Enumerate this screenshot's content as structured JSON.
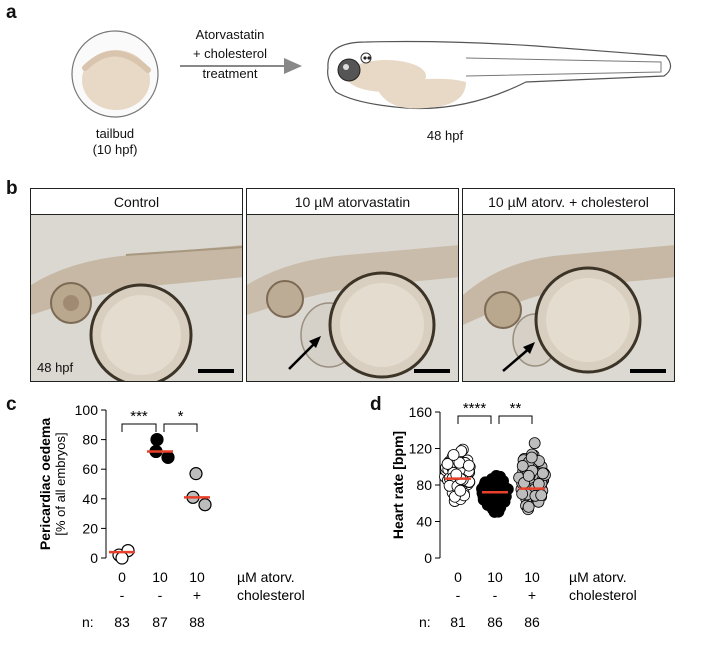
{
  "panel_a": {
    "letter": "a",
    "stage_label": "tailbud",
    "stage_time": "(10 hpf)",
    "treatment_line1": "Atorvastatin",
    "treatment_line2": "+ cholesterol",
    "treatment_line3": "treatment",
    "end_stage": "48 hpf"
  },
  "panel_b": {
    "letter": "b",
    "headers": [
      "Control",
      "10 µM atorvastatin",
      "10 µM atorv. + cholesterol"
    ],
    "stage_label": "48 hpf"
  },
  "panel_c": {
    "letter": "c",
    "significance": [
      "***",
      "*"
    ],
    "row_labels": [
      "µM atorv.",
      "cholesterol"
    ],
    "n_label": "n:",
    "n_values": [
      "83",
      "87",
      "88"
    ],
    "chart_data": {
      "type": "scatter",
      "ylabel_bold": "Pericardiac oedema",
      "ylabel_normal": "[% of all embryos]",
      "ylim": [
        0,
        100
      ],
      "yticks": [
        "0",
        "20",
        "40",
        "60",
        "80",
        "100"
      ],
      "categories": [
        "0",
        "10",
        "10"
      ],
      "cholesterol": [
        "-",
        "-",
        "+"
      ],
      "series": [
        {
          "points": [
            2,
            5,
            0
          ],
          "median": 4,
          "fill": "#ffffff"
        },
        {
          "points": [
            80,
            68,
            72
          ],
          "median": 72,
          "fill": "#000000"
        },
        {
          "points": [
            57,
            36,
            41
          ],
          "median": 41,
          "fill": "#bdbdbd"
        }
      ],
      "median_color": "#e8402a"
    }
  },
  "panel_d": {
    "letter": "d",
    "significance": [
      "****",
      "**"
    ],
    "row_labels": [
      "µM atorv.",
      "cholesterol"
    ],
    "n_label": "n:",
    "n_values": [
      "81",
      "86",
      "86"
    ],
    "chart_data": {
      "type": "scatter",
      "ylabel": "Heart rate [bpm]",
      "ylim": [
        0,
        160
      ],
      "yticks": [
        "0",
        "40",
        "80",
        "120",
        "160"
      ],
      "categories": [
        "0",
        "10",
        "10"
      ],
      "cholesterol": [
        "-",
        "-",
        "+"
      ],
      "series": [
        {
          "n": 81,
          "min": 58,
          "max": 128,
          "median": 87,
          "fill": "#ffffff"
        },
        {
          "n": 86,
          "min": 42,
          "max": 103,
          "median": 72,
          "fill": "#000000"
        },
        {
          "n": 86,
          "min": 44,
          "max": 131,
          "median": 76,
          "fill": "#bdbdbd"
        }
      ],
      "median_color": "#e8402a"
    }
  }
}
